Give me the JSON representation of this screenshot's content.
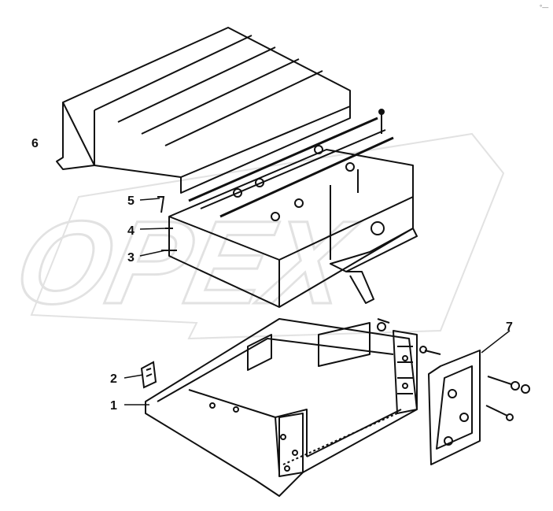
{
  "watermark": {
    "text": "OPEX",
    "color": "#d0d0d0"
  },
  "corner_mark": "°—",
  "callouts": {
    "label_1": "1",
    "label_2": "2",
    "label_3": "3",
    "label_4": "4",
    "label_5": "5",
    "label_6": "6",
    "label_7": "7"
  },
  "colors": {
    "line": "#111111",
    "background": "#ffffff"
  }
}
